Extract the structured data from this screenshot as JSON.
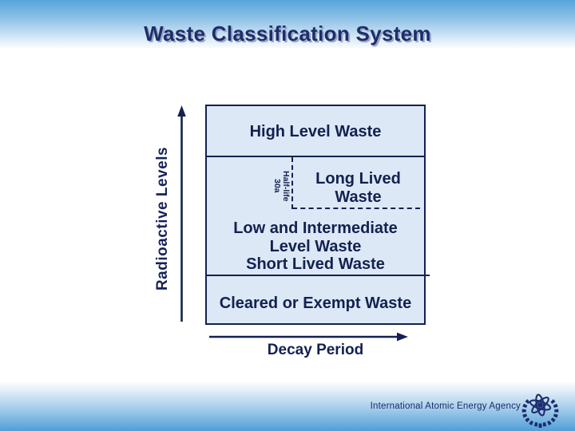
{
  "slide": {
    "title": "Waste Classification System"
  },
  "diagram": {
    "y_axis_label": "Radioactive Levels",
    "x_axis_label": "Decay Period",
    "box": {
      "high_level": "High Level Waste",
      "half_life": "Half-life\n30a",
      "long_lived": "Long Lived\nWaste",
      "low_intermediate": "Low and Intermediate\nLevel Waste\nShort Lived Waste",
      "cleared": "Cleared or Exempt Waste"
    }
  },
  "footer": {
    "agency": "International Atomic Energy Agency"
  },
  "icons": {
    "iaea_logo": "atom-with-laurel-wreath"
  },
  "colors": {
    "navy_line": "#13214f",
    "title_navy": "#1e2d6b",
    "box_fill": "#dce8f6",
    "gradient_blue": "#57a5db",
    "footer_navy": "#1c2b6b"
  }
}
